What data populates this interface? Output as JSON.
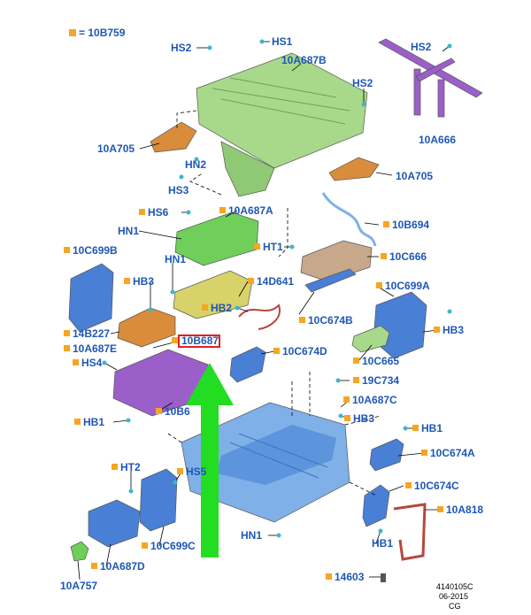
{
  "legend": {
    "text": "= 10B759",
    "square_color": "#f5a623"
  },
  "callouts": {
    "hs2_a": "HS2",
    "hs1": "HS1",
    "c10a687b": "10A687B",
    "hs2_b": "HS2",
    "hs2_c": "HS2",
    "c10a705_a": "10A705",
    "hn2": "HN2",
    "hs3": "HS3",
    "c10a666": "10A666",
    "c10a705_b": "10A705",
    "hs6": "HS6",
    "c10a687a": "10A687A",
    "hn1_a": "HN1",
    "c10b694": "10B694",
    "ht1": "HT1",
    "c10c699b": "10C699B",
    "hn1_b": "HN1",
    "c10c666": "10C666",
    "hb3_a": "HB3",
    "c14d641": "14D641",
    "c10c699a": "10C699A",
    "hb2": "HB2",
    "c10c674b": "10C674B",
    "hb3_b": "HB3",
    "c14b227": "14B227",
    "c10b687": "10B687",
    "c10a687e": "10A687E",
    "c10c674d": "10C674D",
    "c10c665": "10C665",
    "hs4": "HS4",
    "c19c734": "19C734",
    "c10a687c": "10A687C",
    "c10b6": "10B6",
    "hb3_c": "HB3",
    "hb1_a": "HB1",
    "hb1_b": "HB1",
    "c10c674a": "10C674A",
    "ht2": "HT2",
    "hs5": "HS5",
    "c10c674c": "10C674C",
    "c10a818": "10A818",
    "c10c699c": "10C699C",
    "hn1_c": "HN1",
    "hb1_c": "HB1",
    "c10a687d": "10A687D",
    "c10a757": "10A757",
    "c14603": "14603"
  },
  "footer": {
    "line1": "4140105C",
    "line2": "06-2015",
    "line3": "CG"
  },
  "colors": {
    "label_text": "#1f57b5",
    "highlight_box": "#e02020",
    "arrow": "#22dd22",
    "green_part": "#a8d98a",
    "yellow_part": "#d8d26a",
    "orange_part": "#d98c3a",
    "purple_part": "#9b5fc9",
    "blue_part": "#4a7fd6",
    "lightblue_part": "#7fb0e8",
    "tan_part": "#c7a88a",
    "red_part": "#b5483c"
  }
}
